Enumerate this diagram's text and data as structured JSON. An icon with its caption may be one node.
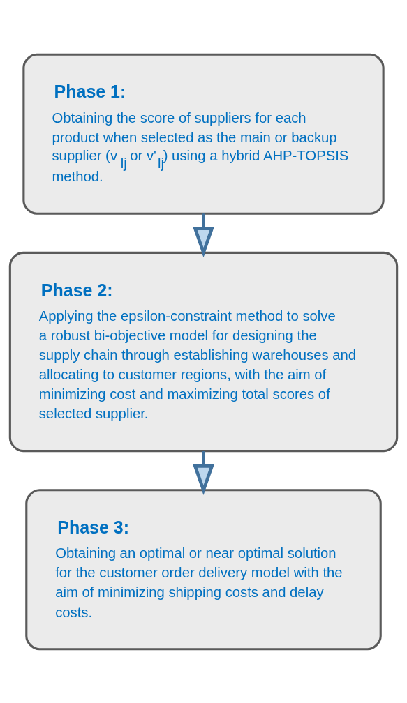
{
  "diagram": {
    "nodes": [
      {
        "text": [
          "Phase 1:",
          "Obtaining the score of suppliers for each product when selected as the main or backup supplier (v$_{lj}$ or v'$_{lj}$) using a hybrid AHP-TOPSIS method."
        ]
      },
      {
        "text": [
          "Phase 2:",
          "Applying the epsilon-constraint method to solve a robust bi-objective model for designing the supply chain through establishing warehouses and allocating to customer regions, with the aim of minimizing cost and maximizing total scores of selected supplier."
        ]
      },
      {
        "text": [
          "Phase 3:",
          "Obtaining an optimal or near optimal solution for the customer order delivery model with the aim of minimizing shipping costs and delay costs."
        ]
      }
    ],
    "edges": [
      {
        "from": 0,
        "to": 1,
        "arrow": "to"
      },
      {
        "from": 1,
        "to": 2,
        "arrow": "to"
      }
    ]
  }
}
